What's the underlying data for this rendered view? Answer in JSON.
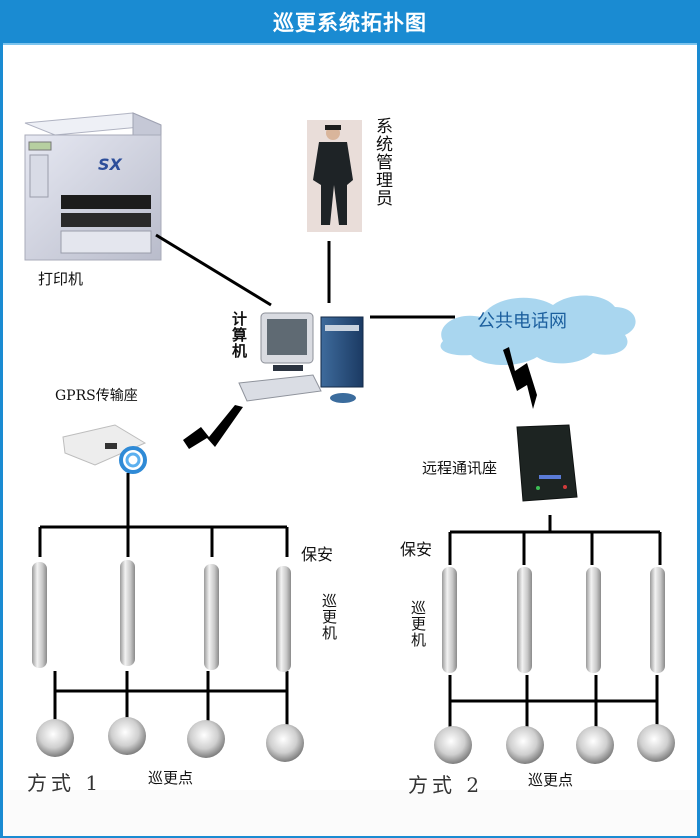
{
  "title": "巡更系统拓扑图",
  "colors": {
    "title_bar": "#1a8bd2",
    "cloud": "#a9d6ef",
    "cloud_text": "#1b5f9e",
    "line": "#000000"
  },
  "nodes": {
    "printer": {
      "label": "打印机",
      "brand_mark": "SX"
    },
    "admin": {
      "label": "系统管理员"
    },
    "computer": {
      "label": "计算机"
    },
    "network": {
      "label": "公共电话网"
    },
    "gprs": {
      "label": "GPRS传输座"
    },
    "remote": {
      "label": "远程通讯座"
    }
  },
  "mode1": {
    "guard_label": "保安",
    "device_label": "巡更机",
    "mode_label": "方式 1",
    "point_label": "巡更点",
    "device_count": 4,
    "point_count": 4
  },
  "mode2": {
    "guard_label": "保安",
    "device_label": "巡更机",
    "mode_label": "方式 2",
    "point_label": "巡更点",
    "device_count": 4,
    "point_count": 4
  }
}
